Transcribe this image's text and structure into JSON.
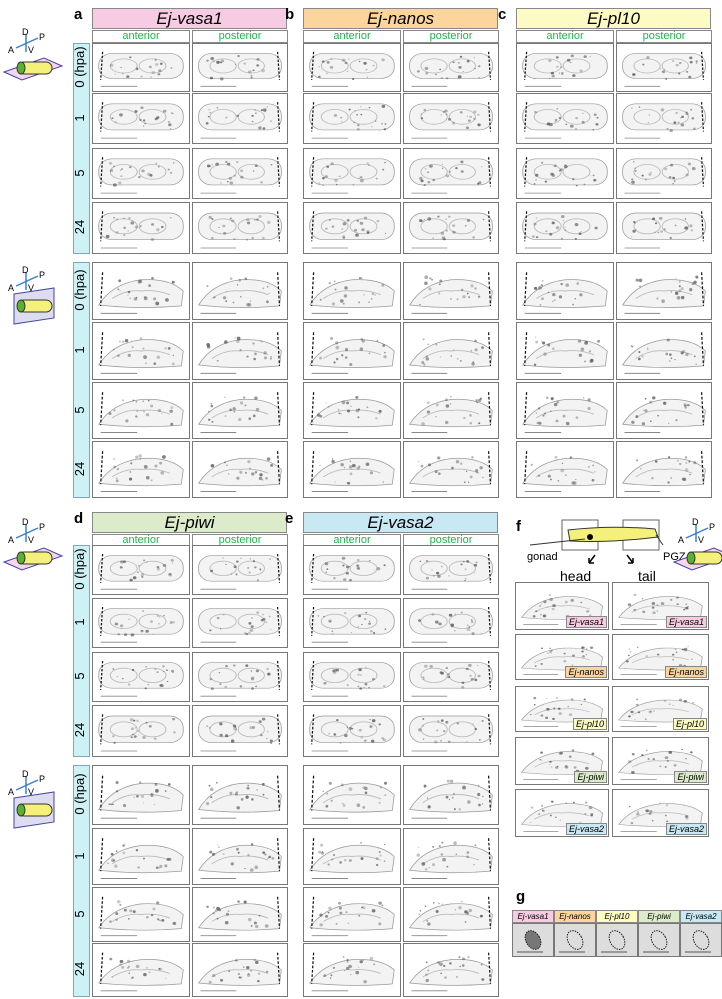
{
  "cols": [
    "anterior",
    "posterior"
  ],
  "rows": [
    "0 (hpa)",
    "1",
    "5",
    "24"
  ],
  "panels": [
    {
      "letter": "a",
      "gene": "Ej-vasa1",
      "color": "#f7cbe2"
    },
    {
      "letter": "b",
      "gene": "Ej-nanos",
      "color": "#fbd59c"
    },
    {
      "letter": "c",
      "gene": "Ej-pl10",
      "color": "#fdfbc4"
    },
    {
      "letter": "d",
      "gene": "Ej-piwi",
      "color": "#dcebc9"
    },
    {
      "letter": "e",
      "gene": "Ej-vasa2",
      "color": "#c8e8f3"
    }
  ],
  "axes": {
    "d": "D",
    "p": "P",
    "a": "A",
    "v": "V"
  },
  "panel_f": {
    "letter": "f",
    "gonad": "gonad",
    "pgz": "PGZ",
    "head": "head",
    "tail": "tail",
    "genes": [
      {
        "gene": "Ej-vasa1",
        "color": "#f7cbe2"
      },
      {
        "gene": "Ej-nanos",
        "color": "#fbd59c"
      },
      {
        "gene": "Ej-pl10",
        "color": "#fdfbc4"
      },
      {
        "gene": "Ej-piwi",
        "color": "#dcebc9"
      },
      {
        "gene": "Ej-vasa2",
        "color": "#c8e8f3"
      }
    ]
  },
  "panel_g": {
    "letter": "g"
  }
}
